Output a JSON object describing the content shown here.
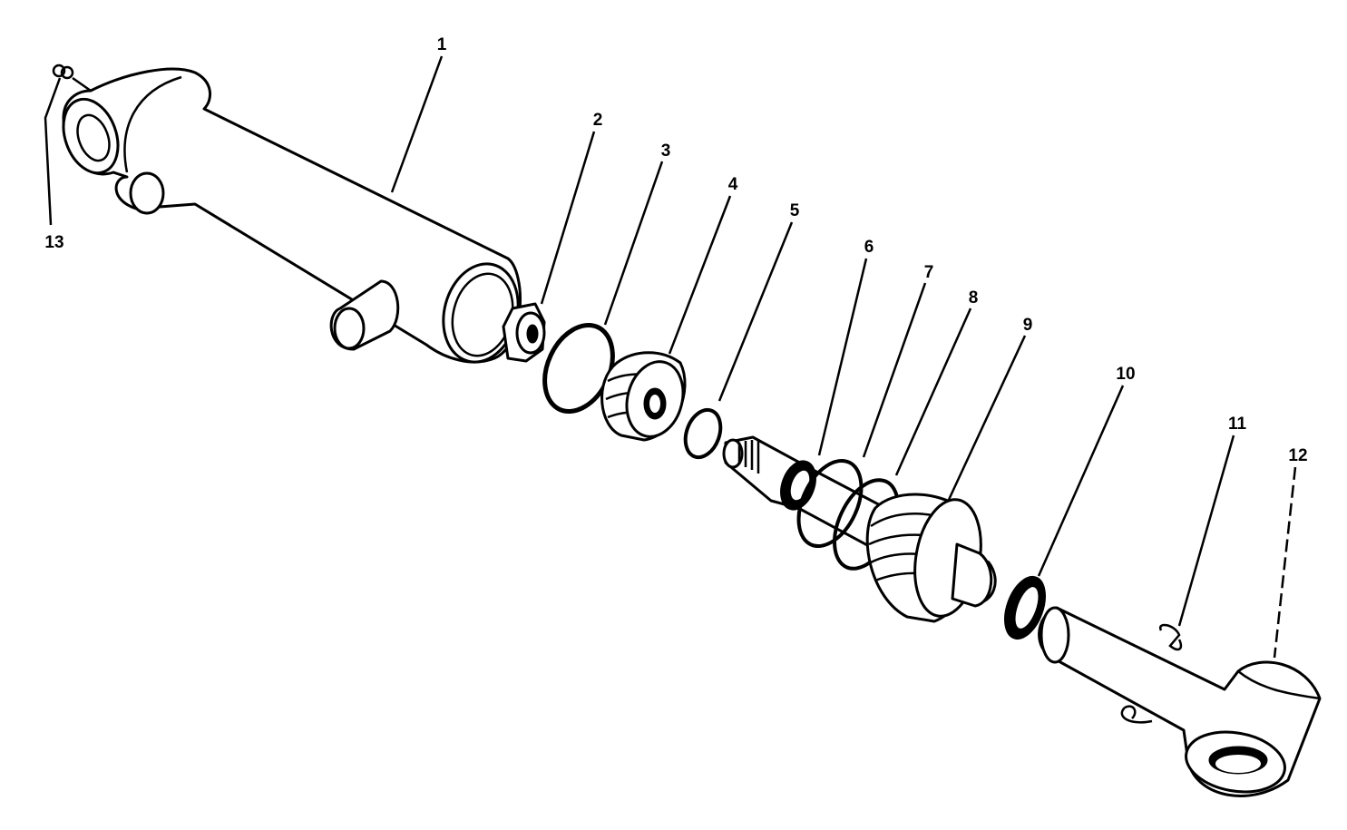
{
  "callouts": [
    {
      "number": "1",
      "part": "cylinder-body"
    },
    {
      "number": "2",
      "part": "nut"
    },
    {
      "number": "3",
      "part": "ring"
    },
    {
      "number": "4",
      "part": "piston"
    },
    {
      "number": "5",
      "part": "o-ring"
    },
    {
      "number": "6",
      "part": "rod-seal"
    },
    {
      "number": "7",
      "part": "backup-ring"
    },
    {
      "number": "8",
      "part": "o-ring"
    },
    {
      "number": "9",
      "part": "gland"
    },
    {
      "number": "10",
      "part": "wiper"
    },
    {
      "number": "11",
      "part": "clip"
    },
    {
      "number": "12",
      "part": "rod-eye"
    },
    {
      "number": "13",
      "part": "grease-fitting"
    }
  ],
  "colors": {
    "line": "#000000",
    "background": "#ffffff"
  }
}
